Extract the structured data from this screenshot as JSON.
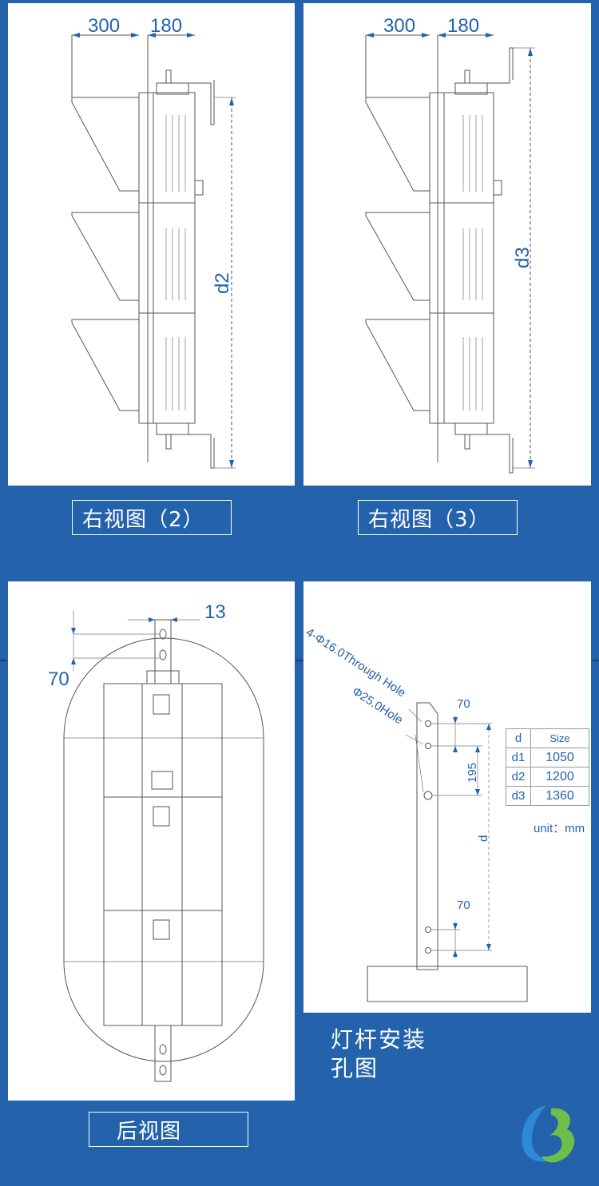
{
  "panels": {
    "right_view_2": {
      "caption": "右视图（2）",
      "dim_width": "300",
      "dim_depth": "180",
      "dim_height": "d2"
    },
    "right_view_3": {
      "caption": "右视图（3）",
      "dim_width": "300",
      "dim_depth": "180",
      "dim_height": "d3"
    },
    "back_view": {
      "caption": "后视图",
      "dim_slot": "13",
      "dim_offset": "70"
    },
    "pole_mount": {
      "title_line1": "灯杆安装",
      "title_line2": "孔图",
      "label_through_hole": "4-Φ16.0Through Hole",
      "label_hole": "Φ25.0Hole",
      "dim_top": "70",
      "dim_mid": "195",
      "dim_d": "d",
      "dim_bottom": "70",
      "size_table": {
        "header_d": "d",
        "header_size": "Size",
        "rows": [
          {
            "d": "d1",
            "size": "1050"
          },
          {
            "d": "d2",
            "size": "1200"
          },
          {
            "d": "d3",
            "size": "1360"
          }
        ]
      },
      "unit": "unit：mm"
    }
  },
  "logo": {
    "name": "brand-logo",
    "colors": [
      "#6cc04a",
      "#2e8ad8"
    ]
  }
}
